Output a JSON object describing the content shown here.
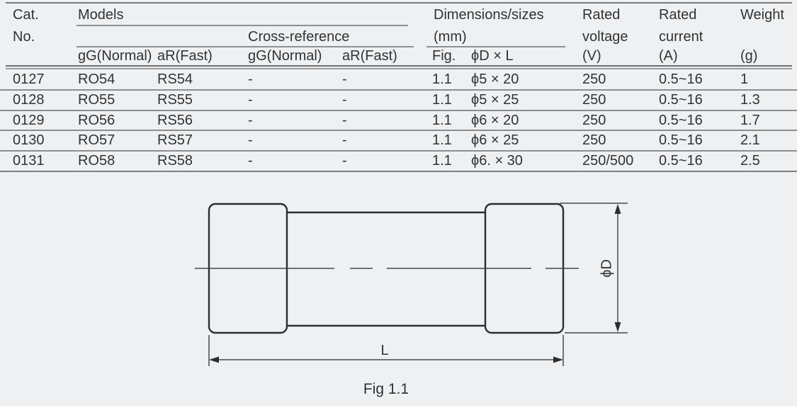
{
  "table": {
    "header": {
      "cat_line1": "Cat.",
      "cat_line2": "No.",
      "models": "Models",
      "cross_reference": "Cross-reference",
      "dimensions_line1": "Dimensions/sizes",
      "dimensions_line2": "(mm)",
      "rated_voltage_line1": "Rated",
      "rated_voltage_line2": "voltage",
      "rated_current_line1": "Rated",
      "rated_current_line2": "current",
      "weight": "Weight",
      "sub": {
        "models_gg": "gG(Normal)",
        "models_ar": "aR(Fast)",
        "cross_gg": "gG(Normal)",
        "cross_ar": "aR(Fast)",
        "fig": "Fig.",
        "size": "ϕD × L",
        "voltage_unit": "(V)",
        "current_unit": "(A)",
        "weight_unit": "(g)"
      }
    },
    "rows": [
      [
        "0127",
        "RO54",
        "RS54",
        "-",
        "-",
        "1.1",
        "ϕ5 × 20",
        "250",
        "0.5~16",
        "1"
      ],
      [
        "0128",
        "RO55",
        "RS55",
        "-",
        "-",
        "1.1",
        "ϕ5 × 25",
        "250",
        "0.5~16",
        "1.3"
      ],
      [
        "0129",
        "RO56",
        "RS56",
        "-",
        "-",
        "1.1",
        "ϕ6 × 20",
        "250",
        "0.5~16",
        "1.7"
      ],
      [
        "0130",
        "RO57",
        "RS57",
        "-",
        "-",
        "1.1",
        "ϕ6 × 25",
        "250",
        "0.5~16",
        "2.1"
      ],
      [
        "0131",
        "RO58",
        "RS58",
        "-",
        "-",
        "1.1",
        "ϕ6. × 30",
        "250/500",
        "0.5~16",
        "2.5"
      ]
    ]
  },
  "figure": {
    "diameter_label": "ϕD",
    "length_label": "L",
    "caption": "Fig 1.1"
  },
  "colors": {
    "background": "#eff0f2",
    "text": "#303336",
    "table_line": "#8e9194",
    "drawing_outline": "#2b2e31",
    "dimension_line": "#45484b"
  }
}
